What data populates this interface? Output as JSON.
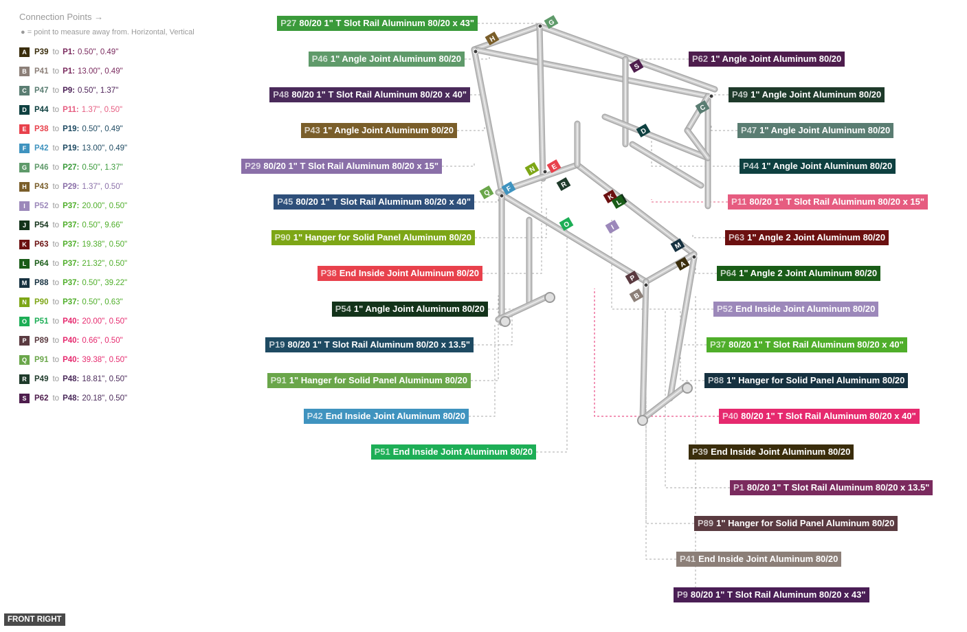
{
  "legend": {
    "title": "Connection Points →",
    "note": "● = point to measure away from. Horizontal, Vertical",
    "to_word": "to",
    "items": [
      {
        "letter": "A",
        "part": "P39",
        "target": "P1:",
        "value": "0.50\", 0.49\"",
        "color": "#3a2d0c"
      },
      {
        "letter": "B",
        "part": "P41",
        "target": "P1:",
        "value": "13.00\", 0.49\"",
        "color": "#8c7f78"
      },
      {
        "letter": "C",
        "part": "P47",
        "target": "P9:",
        "value": "0.50\", 1.37\"",
        "color": "#5a7d72"
      },
      {
        "letter": "D",
        "part": "P44",
        "target": "P11:",
        "value": "1.37\", 0.50\"",
        "color": "#0e4040"
      },
      {
        "letter": "E",
        "part": "P38",
        "target": "P19:",
        "value": "0.50\", 0.49\"",
        "color": "#e8414c"
      },
      {
        "letter": "F",
        "part": "P42",
        "target": "P19:",
        "value": "13.00\", 0.49\"",
        "color": "#3f93bf"
      },
      {
        "letter": "G",
        "part": "P46",
        "target": "P27:",
        "value": "0.50\", 1.37\"",
        "color": "#5f9a6a"
      },
      {
        "letter": "H",
        "part": "P43",
        "target": "P29:",
        "value": "1.37\", 0.50\"",
        "color": "#7a5e2a"
      },
      {
        "letter": "I",
        "part": "P52",
        "target": "P37:",
        "value": "20.00\", 0.50\"",
        "color": "#9c88ba"
      },
      {
        "letter": "J",
        "part": "P54",
        "target": "P37:",
        "value": "0.50\", 9.66\"",
        "color": "#13331a"
      },
      {
        "letter": "K",
        "part": "P63",
        "target": "P37:",
        "value": "19.38\", 0.50\"",
        "color": "#6b1010"
      },
      {
        "letter": "L",
        "part": "P64",
        "target": "P37:",
        "value": "21.32\", 0.50\"",
        "color": "#195c17"
      },
      {
        "letter": "M",
        "part": "P88",
        "target": "P37:",
        "value": "0.50\", 39.22\"",
        "color": "#163140"
      },
      {
        "letter": "N",
        "part": "P90",
        "target": "P37:",
        "value": "0.50\", 0.63\"",
        "color": "#7da616"
      },
      {
        "letter": "O",
        "part": "P51",
        "target": "P40:",
        "value": "20.00\", 0.50\"",
        "color": "#1dae56"
      },
      {
        "letter": "P",
        "part": "P89",
        "target": "P40:",
        "value": "0.66\", 0.50\"",
        "color": "#5a3a40"
      },
      {
        "letter": "Q",
        "part": "P91",
        "target": "P40:",
        "value": "39.38\", 0.50\"",
        "color": "#6aa64a"
      },
      {
        "letter": "R",
        "part": "P49",
        "target": "P48:",
        "value": "18.81\", 0.50\"",
        "color": "#1e3a2a"
      },
      {
        "letter": "S",
        "part": "P62",
        "target": "P48:",
        "value": "20.18\", 0.50\"",
        "color": "#4e1d4d"
      }
    ]
  },
  "part_colors": {
    "P1": "#7a2a5e",
    "P9": "#4a1e55",
    "P11": "#e65c80",
    "P19": "#1e4a62",
    "P27": "#3a9a3a",
    "P29": "#8a6fa8",
    "P37": "#4fae2a",
    "P40": "#e6296e",
    "P48": "#4a2a5a"
  },
  "left_labels": [
    {
      "id": "P27",
      "name": "80/20 1\" T Slot Rail Aluminum 80/20 x 43\"",
      "color": "#3a9a3a"
    },
    {
      "id": "P46",
      "name": "1\" Angle Joint Aluminum 80/20",
      "color": "#5f9a6a"
    },
    {
      "id": "P48",
      "name": "80/20 1\" T Slot Rail Aluminum 80/20 x 40\"",
      "color": "#4a2a5a"
    },
    {
      "id": "P43",
      "name": "1\" Angle Joint Aluminum 80/20",
      "color": "#7a5e2a"
    },
    {
      "id": "P29",
      "name": "80/20 1\" T Slot Rail Aluminum 80/20 x 15\"",
      "color": "#8a6fa8"
    },
    {
      "id": "P45",
      "name": "80/20 1\" T Slot Rail Aluminum 80/20 x 40\"",
      "color": "#2e4f7a"
    },
    {
      "id": "P90",
      "name": "1\" Hanger for Solid Panel Aluminum 80/20",
      "color": "#7da616"
    },
    {
      "id": "P38",
      "name": "End Inside Joint  Aluminum 80/20",
      "color": "#e8414c"
    },
    {
      "id": "P54",
      "name": "1\" Angle Joint Aluminum 80/20",
      "color": "#13331a"
    },
    {
      "id": "P19",
      "name": "80/20 1\" T Slot Rail Aluminum 80/20 x 13.5\"",
      "color": "#1e4a62"
    },
    {
      "id": "P91",
      "name": "1\" Hanger for Solid Panel Aluminum 80/20",
      "color": "#6aa64a"
    },
    {
      "id": "P42",
      "name": "End Inside Joint  Aluminum 80/20",
      "color": "#3f93bf"
    },
    {
      "id": "P51",
      "name": "End Inside Joint  Aluminum 80/20",
      "color": "#1dae56"
    }
  ],
  "right_labels": [
    {
      "id": "P62",
      "name": "1\" Angle Joint Aluminum 80/20",
      "color": "#4e1d4d"
    },
    {
      "id": "P49",
      "name": "1\" Angle Joint Aluminum 80/20",
      "color": "#1e3a2a"
    },
    {
      "id": "P47",
      "name": "1\" Angle Joint Aluminum 80/20",
      "color": "#5a7d72"
    },
    {
      "id": "P44",
      "name": "1\" Angle Joint Aluminum 80/20",
      "color": "#0e4040"
    },
    {
      "id": "P11",
      "name": "80/20 1\" T Slot Rail Aluminum 80/20 x 15\"",
      "color": "#e65c80"
    },
    {
      "id": "P63",
      "name": "1\" Angle 2 Joint Aluminum 80/20",
      "color": "#6b1010"
    },
    {
      "id": "P64",
      "name": "1\" Angle 2 Joint Aluminum 80/20",
      "color": "#195c17"
    },
    {
      "id": "P52",
      "name": "End Inside Joint  Aluminum 80/20",
      "color": "#9c88ba"
    },
    {
      "id": "P37",
      "name": "80/20 1\" T Slot Rail Aluminum 80/20 x 40\"",
      "color": "#4fae2a"
    },
    {
      "id": "P88",
      "name": "1\" Hanger for Solid Panel Aluminum 80/20",
      "color": "#163140"
    },
    {
      "id": "P40",
      "name": "80/20 1\" T Slot Rail Aluminum 80/20 x 40\"",
      "color": "#e6296e"
    },
    {
      "id": "P39",
      "name": "End Inside Joint  Aluminum 80/20",
      "color": "#3a2d0c"
    },
    {
      "id": "P1",
      "name": "80/20 1\" T Slot Rail Aluminum 80/20 x 13.5\"",
      "color": "#7a2a5e"
    },
    {
      "id": "P89",
      "name": "1\" Hanger for Solid Panel Aluminum 80/20",
      "color": "#5a3a40"
    },
    {
      "id": "P41",
      "name": "End Inside Joint  Aluminum 80/20",
      "color": "#8c7f78"
    },
    {
      "id": "P9",
      "name": "80/20 1\" T Slot Rail Aluminum 80/20 x 43\"",
      "color": "#4a1e55"
    }
  ],
  "view_label": "FRONT RIGHT",
  "frame_color": "#c9c9c9",
  "leader_color": "#aaaaaa"
}
